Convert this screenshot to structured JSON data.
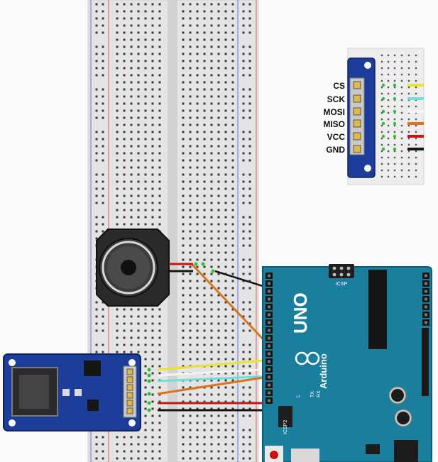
{
  "colors": {
    "background": "#fafafa",
    "breadboard": "#e4e4e4",
    "rail_blue": "#5b6fd6",
    "rail_red": "#d65b5b",
    "arduino": "#1a7f9c",
    "sd_module": "#1d3d9a",
    "wire_yellow": "#e8e230",
    "wire_cyan": "#6fe0d8",
    "wire_white": "#f4f4f4",
    "wire_orange": "#d9731e",
    "wire_red": "#c81414",
    "wire_black": "#151515"
  },
  "pinout": {
    "labels": [
      "CS",
      "SCK",
      "MOSI",
      "MISO",
      "VCC",
      "GND"
    ]
  },
  "arduino": {
    "brand": "Arduino",
    "model": "UNO",
    "icsp_label": "ICSP",
    "icsp2_label": "ICSP2",
    "tx_label": "TX",
    "rx_label": "RX",
    "l_label": "L"
  },
  "components": [
    {
      "name": "breadboard",
      "icon": "breadboard-icon"
    },
    {
      "name": "speaker",
      "icon": "speaker-icon"
    },
    {
      "name": "micro-sd-module",
      "icon": "sd-card-icon"
    },
    {
      "name": "arduino-uno",
      "icon": "arduino-board-icon"
    }
  ]
}
